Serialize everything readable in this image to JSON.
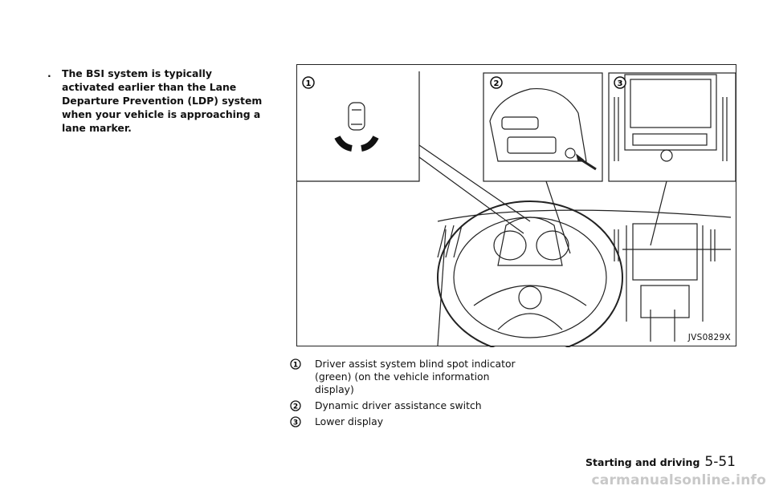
{
  "bullet": {
    "symbol": ".",
    "text": "The BSI system is typically activated earlier than the Lane Departure Prevention (LDP) system when your vehicle is approaching a lane marker."
  },
  "figure": {
    "code": "JVS0829X",
    "callouts": [
      "1",
      "2",
      "3"
    ]
  },
  "legend": [
    {
      "num": "1",
      "text": "Driver assist system blind spot indicator (green) (on the vehicle information display)"
    },
    {
      "num": "2",
      "text": "Dynamic driver assistance switch"
    },
    {
      "num": "3",
      "text": "Lower display"
    }
  ],
  "footer": {
    "section": "Starting and driving",
    "page": "5-51"
  },
  "watermark": "carmanualsonline.info"
}
